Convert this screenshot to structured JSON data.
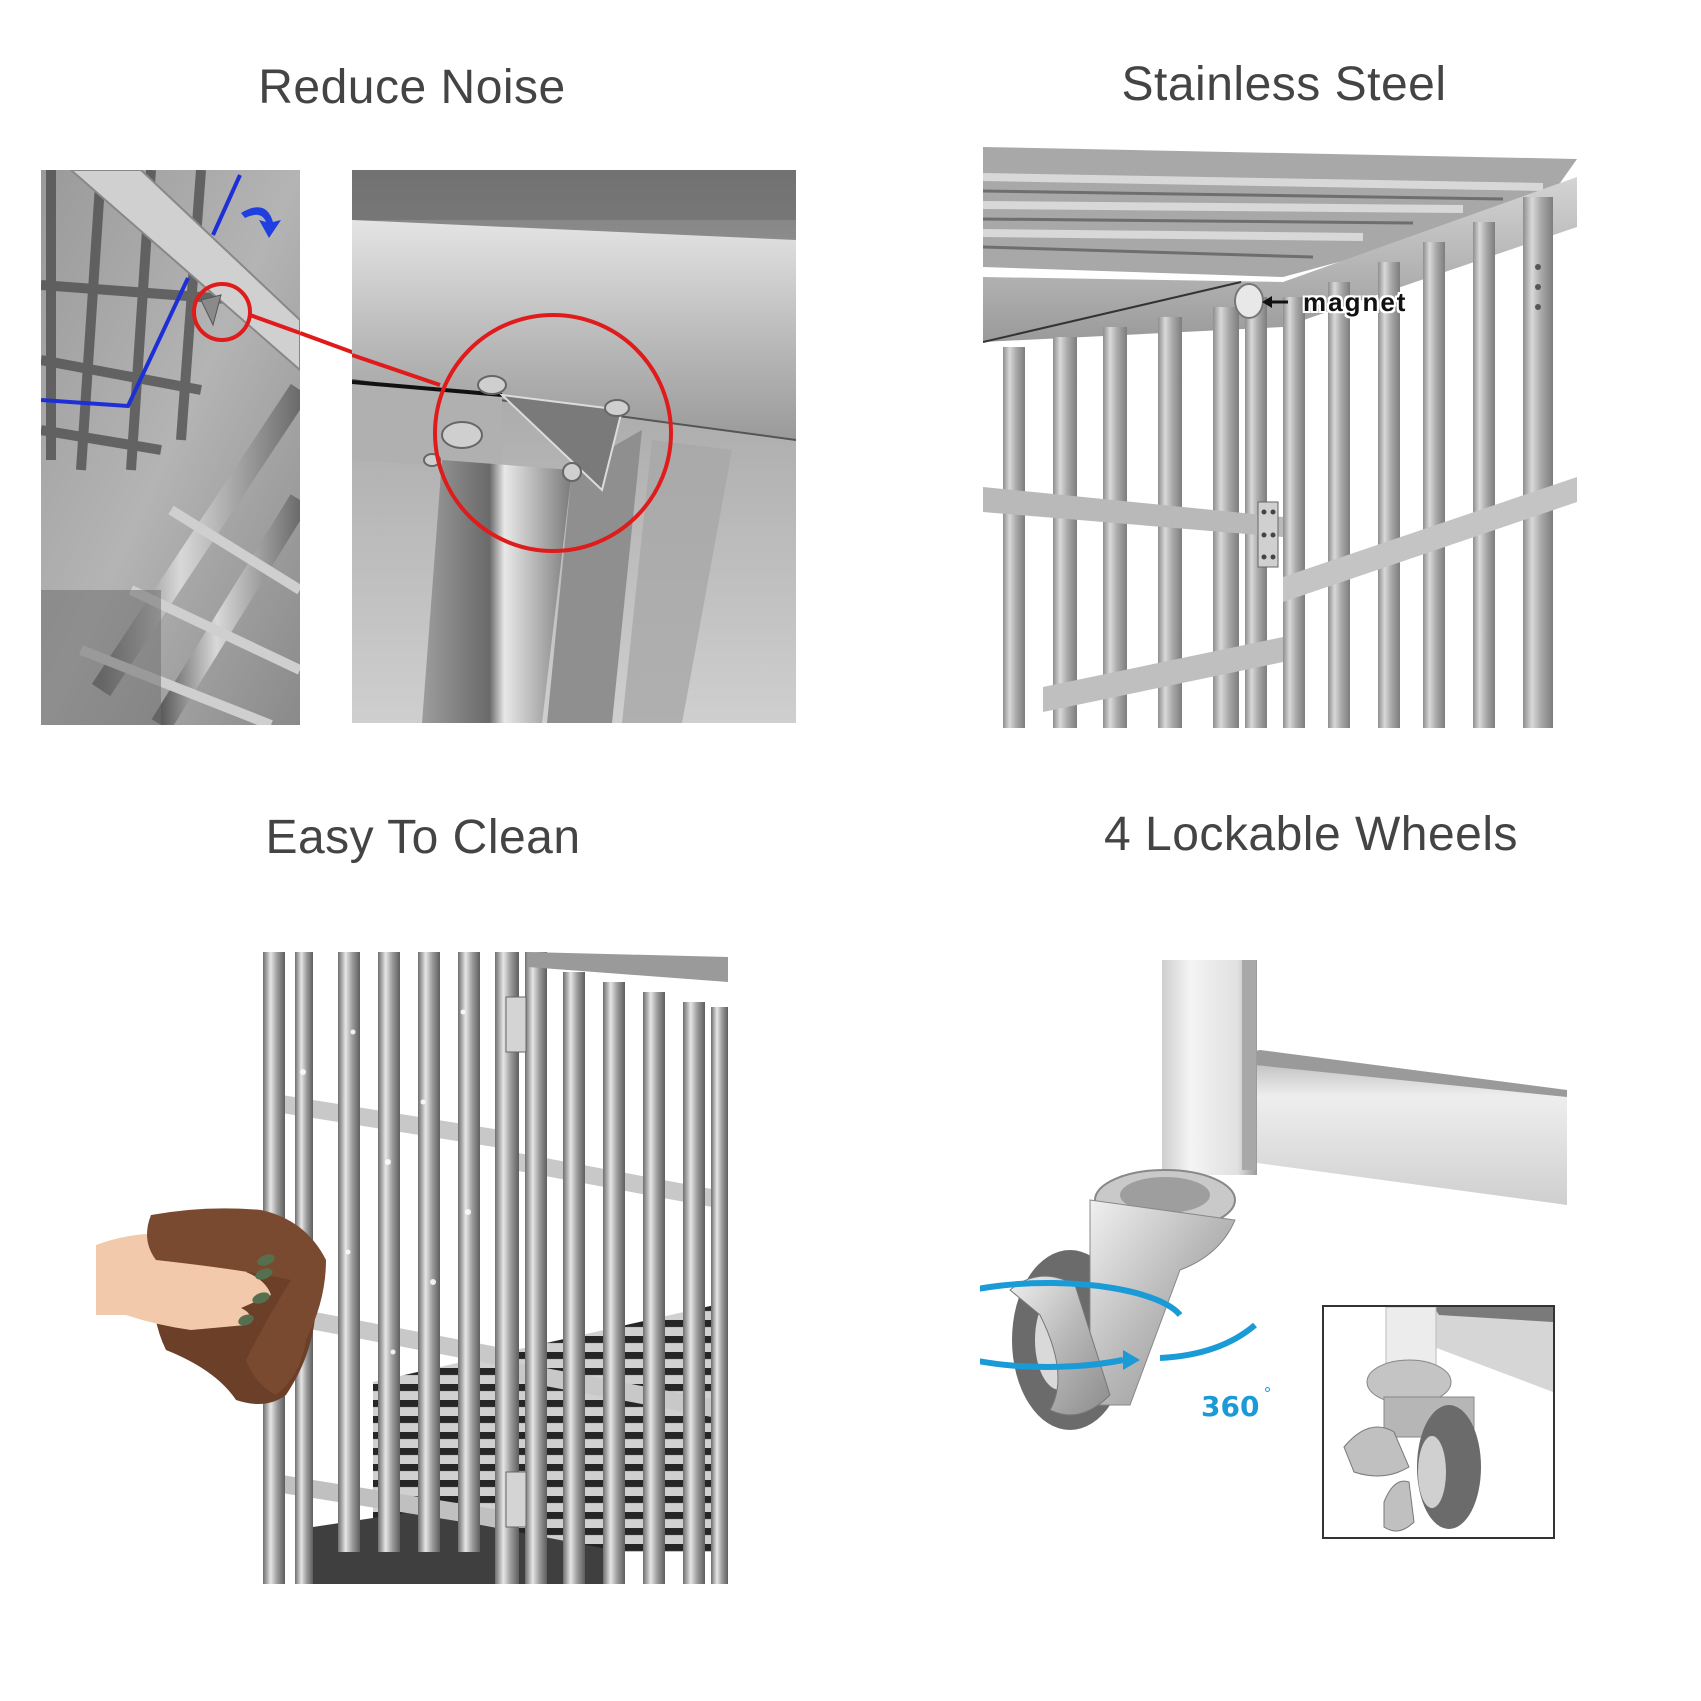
{
  "features": [
    {
      "id": "reduce-noise",
      "title": "Reduce Noise",
      "annotations": {
        "highlight_color": "#e01b1b",
        "outline_color": "#1f2fd6",
        "arrow_color": "#1f3fe0"
      }
    },
    {
      "id": "stainless-steel",
      "title": "Stainless Steel",
      "annotations": {
        "callout_label": "magnet",
        "callout_arrow": "←"
      }
    },
    {
      "id": "easy-to-clean",
      "title": "Easy To Clean"
    },
    {
      "id": "lockable-wheels",
      "title": "4 Lockable Wheels",
      "annotations": {
        "rotation_label": "360",
        "rotation_unit": "°",
        "rotation_color": "#1a9ad6"
      }
    }
  ],
  "colors": {
    "title_text": "#444444",
    "background": "#ffffff",
    "steel_light": "#e6e6e6",
    "steel_mid": "#b5b5b5",
    "steel_dark": "#6e6e6e",
    "cloth_brown": "#7a4a30",
    "nail_green": "#56704f",
    "wheel_gray": "#6b6b6b"
  }
}
